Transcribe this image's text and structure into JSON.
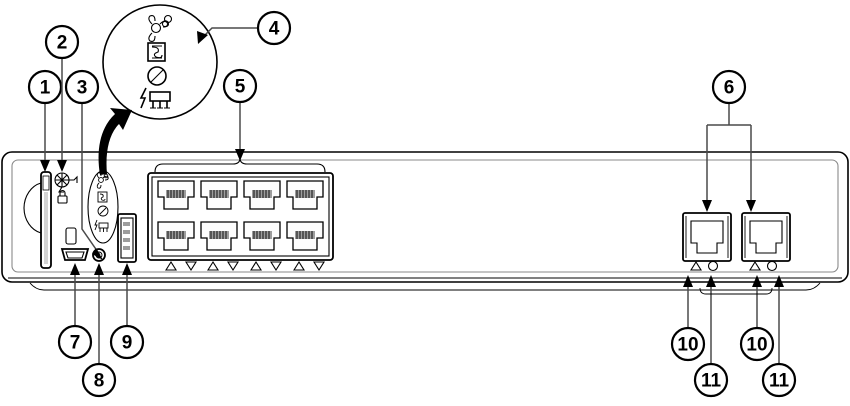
{
  "figure": {
    "title": "Network switch front panel",
    "type": "technical-line-diagram",
    "background_color": "#ffffff",
    "line_color": "#000000",
    "accent_gray": "#8a8a8a"
  },
  "callouts": [
    {
      "id": "1",
      "label": "1",
      "points_to": "sd-card-slot"
    },
    {
      "id": "2",
      "label": "2",
      "points_to": "ground-and-lock-symbols"
    },
    {
      "id": "3",
      "label": "3",
      "points_to": "status-led-panel"
    },
    {
      "id": "4",
      "label": "4",
      "points_to": "magnified-led-detail-circle"
    },
    {
      "id": "5",
      "label": "5",
      "points_to": "rj45-port-block"
    },
    {
      "id": "6",
      "label": "6",
      "points_to": "uplink-rj45-ports"
    },
    {
      "id": "7",
      "label": "7",
      "points_to": "micro-usb-console-port"
    },
    {
      "id": "8",
      "label": "8",
      "points_to": "reset-button"
    },
    {
      "id": "9",
      "label": "9",
      "points_to": "usb-type-a-port"
    },
    {
      "id": "10",
      "label": "10",
      "points_to": "uplink-link-led-left"
    },
    {
      "id": "10b",
      "label": "10",
      "points_to": "uplink-link-led-right"
    },
    {
      "id": "11",
      "label": "11",
      "points_to": "uplink-activity-led-left"
    },
    {
      "id": "11b",
      "label": "11",
      "points_to": "uplink-activity-led-right"
    }
  ],
  "magnifier": {
    "name": "magnified-led-detail-circle",
    "icons": [
      {
        "name": "fan-icon",
        "meaning": "fan"
      },
      {
        "name": "stack-icon",
        "meaning": "stack"
      },
      {
        "name": "speed-icon",
        "meaning": "speed"
      },
      {
        "name": "poe-icon",
        "meaning": "poe"
      }
    ]
  },
  "led_panel": {
    "name": "status-led-panel",
    "icons": [
      "fan-icon",
      "stack-icon",
      "speed-icon",
      "poe-icon"
    ]
  },
  "port_block": {
    "name": "rj45-port-block",
    "rows": 2,
    "columns": 4,
    "total_ports": 8,
    "led_markers": [
      "up",
      "down",
      "up",
      "down",
      "up",
      "down",
      "up",
      "down"
    ]
  },
  "uplink_ports": {
    "name": "uplink-rj45-ports",
    "count": 2,
    "markers_per_port": [
      "triangle",
      "circle"
    ]
  },
  "left_connectors": [
    {
      "name": "sd-card-slot",
      "shape": "vertical-slot"
    },
    {
      "name": "ground-symbol",
      "shape": "crossed-circle"
    },
    {
      "name": "lock-symbol",
      "shape": "padlock"
    },
    {
      "name": "micro-usb-console-port",
      "shape": "micro-usb"
    },
    {
      "name": "reset-button",
      "shape": "pinhole-circle"
    },
    {
      "name": "usb-type-a-port",
      "shape": "vertical-usb-a"
    }
  ]
}
